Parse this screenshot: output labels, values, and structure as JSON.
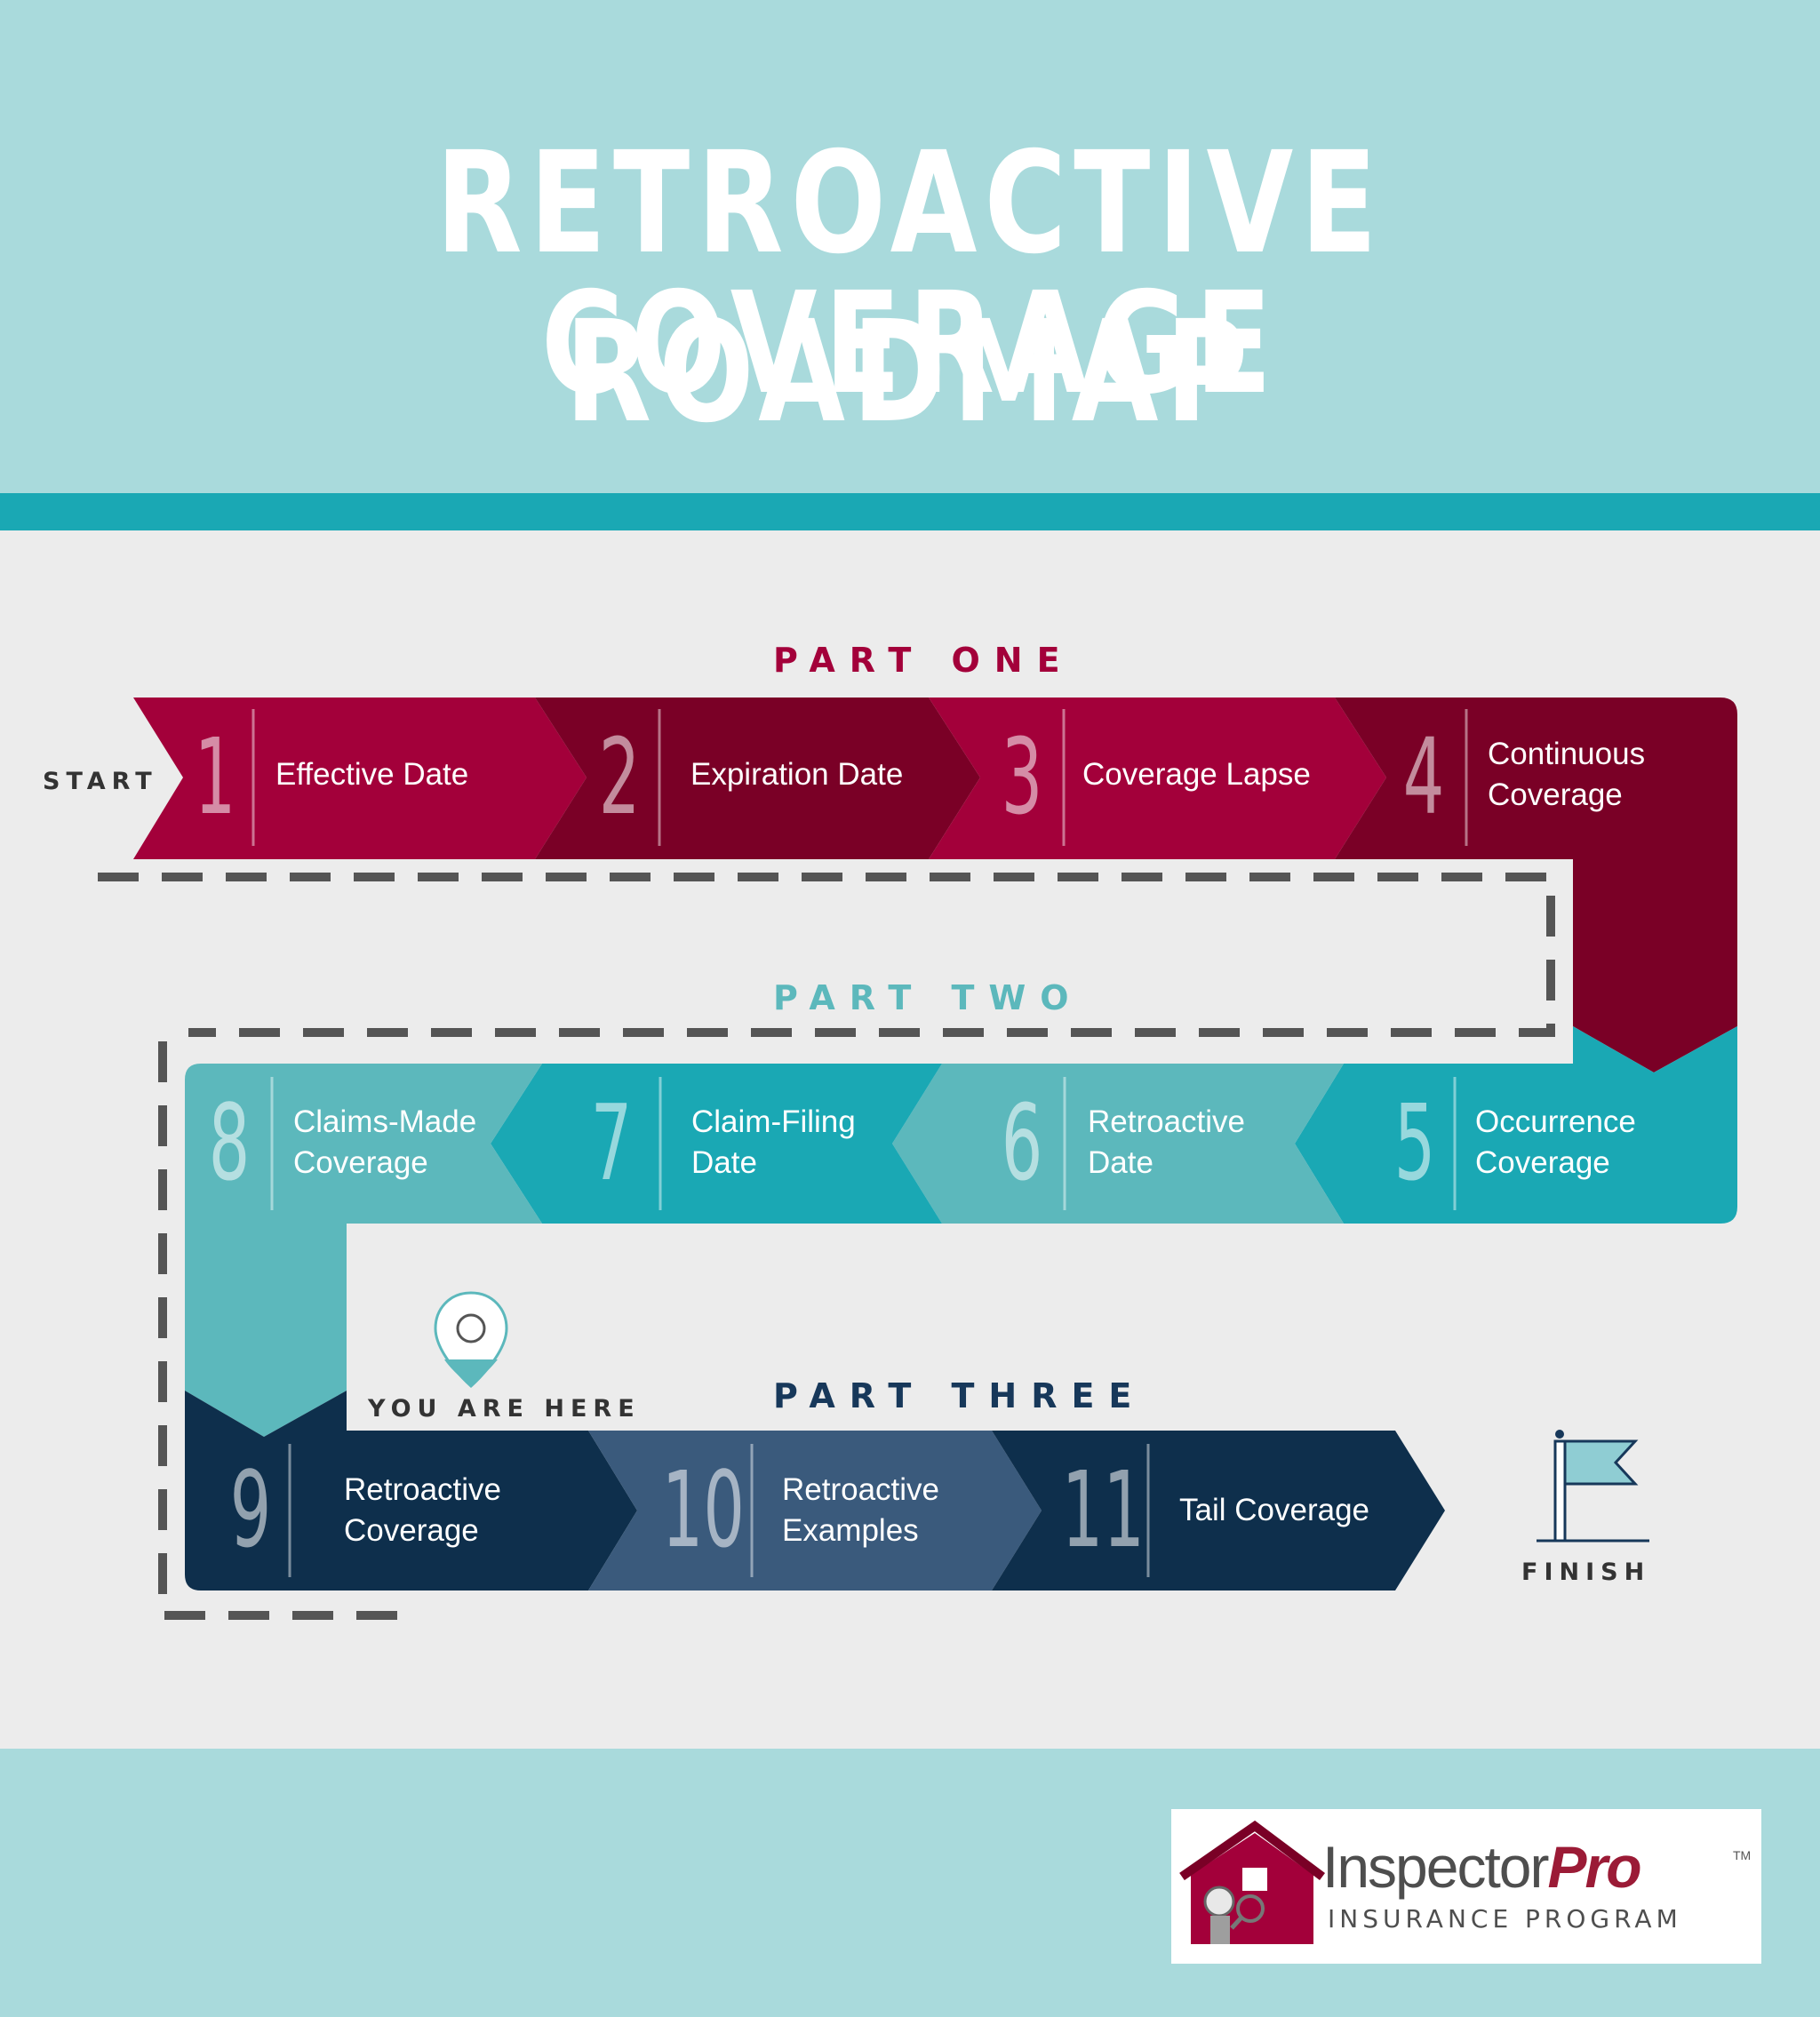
{
  "title": {
    "line1": "RETROACTIVE COVERAGE",
    "line2": "ROADMAP"
  },
  "parts": [
    {
      "label": "PART ONE",
      "color": "#a3003a"
    },
    {
      "label": "PART TWO",
      "color": "#5cb8bc"
    },
    {
      "label": "PART THREE",
      "color": "#17385a"
    }
  ],
  "markers": {
    "start": "START",
    "finish": "FINISH",
    "you_are_here": "YOU ARE HERE"
  },
  "steps": [
    {
      "number": "1",
      "label": "Effective Date"
    },
    {
      "number": "2",
      "label": "Expiration Date"
    },
    {
      "number": "3",
      "label": "Coverage Lapse"
    },
    {
      "number": "4",
      "label": "Continuous Coverage"
    },
    {
      "number": "5",
      "label": "Occurrence Coverage"
    },
    {
      "number": "6",
      "label": "Retroactive Date"
    },
    {
      "number": "7",
      "label": "Claim-Filing Date"
    },
    {
      "number": "8",
      "label": "Claims-Made Coverage"
    },
    {
      "number": "9",
      "label": "Retroactive Coverage"
    },
    {
      "number": "10",
      "label": "Retroactive Examples"
    },
    {
      "number": "11",
      "label": "Tail Coverage"
    }
  ],
  "colors": {
    "part_one_light": "#a3003a",
    "part_one_dark": "#7a0026",
    "part_two_light": "#5cb8bc",
    "part_two_dark": "#1aa8b4",
    "part_three_dark": "#0e2f4c",
    "part_three_light": "#3a5a7c",
    "header_bg": "#a9dadc",
    "header_bar": "#1aa8b4",
    "path_dash": "#555555"
  },
  "logo": {
    "name_light": "Inspector",
    "name_bold": "Pro",
    "trademark": "TM",
    "subtitle": "INSURANCE PROGRAM"
  }
}
